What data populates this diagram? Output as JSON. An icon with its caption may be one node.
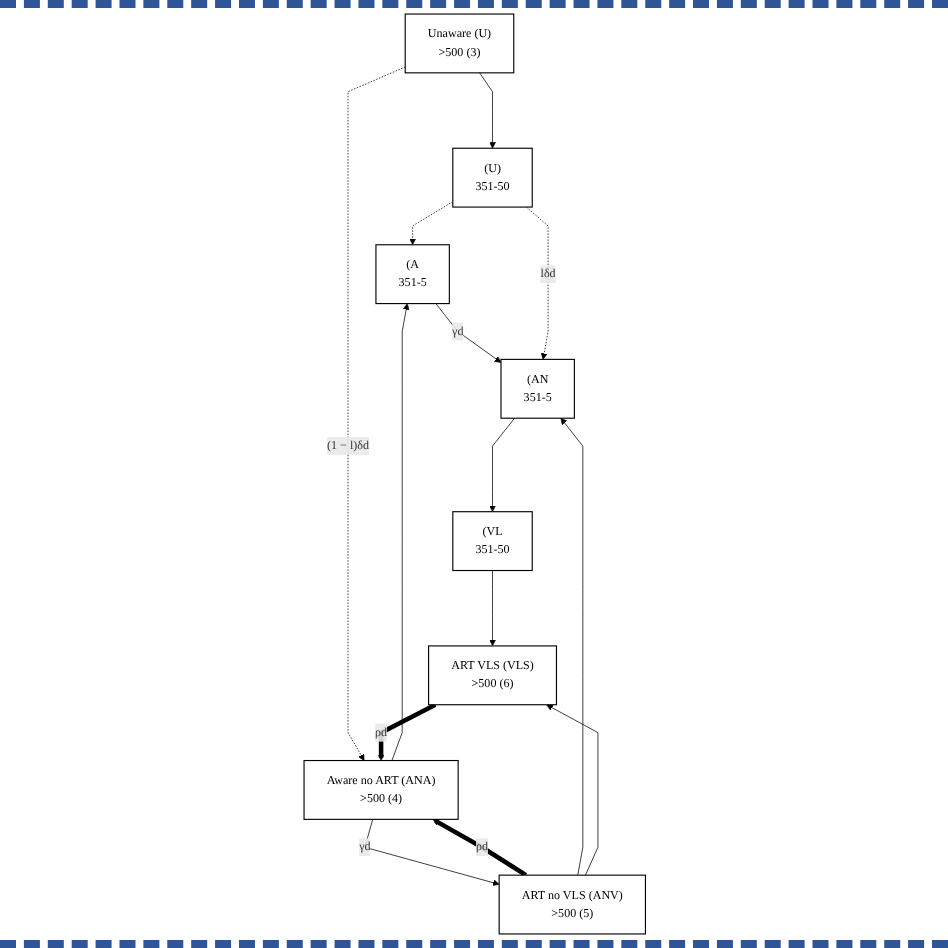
{
  "diagram": {
    "nodes": [
      {
        "text": [
          "Unaware (U)",
          ">500 (3)"
        ]
      },
      {
        "text": [
          "Aware no ART (ANA)",
          ">500 (4)"
        ]
      },
      {
        "text": [
          "ART no VLS (ANV)",
          ">500 (5)"
        ]
      },
      {
        "text": [
          "ART VLS (VLS)",
          ">500 (6)"
        ]
      },
      {
        "text": [
          "(U)",
          "351-50"
        ]
      },
      {
        "text": [
          "(A",
          "351-5"
        ]
      },
      {
        "text": [
          "(AN",
          "351-5"
        ]
      },
      {
        "text": [
          "(VL",
          "351-50"
        ]
      }
    ],
    "edges": [
      {
        "from": 0,
        "to": 4,
        "arrow": "to"
      },
      {
        "from": 0,
        "to": 1,
        "arrow": "to",
        "label": "(1 − l)δd",
        "style": "dashed"
      },
      {
        "from": 4,
        "to": 5,
        "arrow": "to",
        "style": "dashed"
      },
      {
        "from": 1,
        "to": 5,
        "arrow": "to"
      },
      {
        "from": 1,
        "to": 2,
        "arrow": "to",
        "label": "γd"
      },
      {
        "from": 2,
        "to": 1,
        "arrow": "to",
        "label": "ρd",
        "style": "thick"
      },
      {
        "from": 5,
        "to": 6,
        "arrow": "to",
        "label": "γd"
      },
      {
        "from": 2,
        "to": 6,
        "arrow": "to"
      },
      {
        "from": 2,
        "to": 3,
        "arrow": "to"
      },
      {
        "from": 3,
        "to": 1,
        "arrow": "to",
        "label": "ρd",
        "style": "thick"
      },
      {
        "from": 6,
        "to": 7,
        "arrow": "to"
      },
      {
        "from": 7,
        "to": 3,
        "arrow": "to"
      },
      {
        "from": 4,
        "to": 6,
        "arrow": "to",
        "label": "lδd",
        "style": "dashed"
      }
    ]
  }
}
